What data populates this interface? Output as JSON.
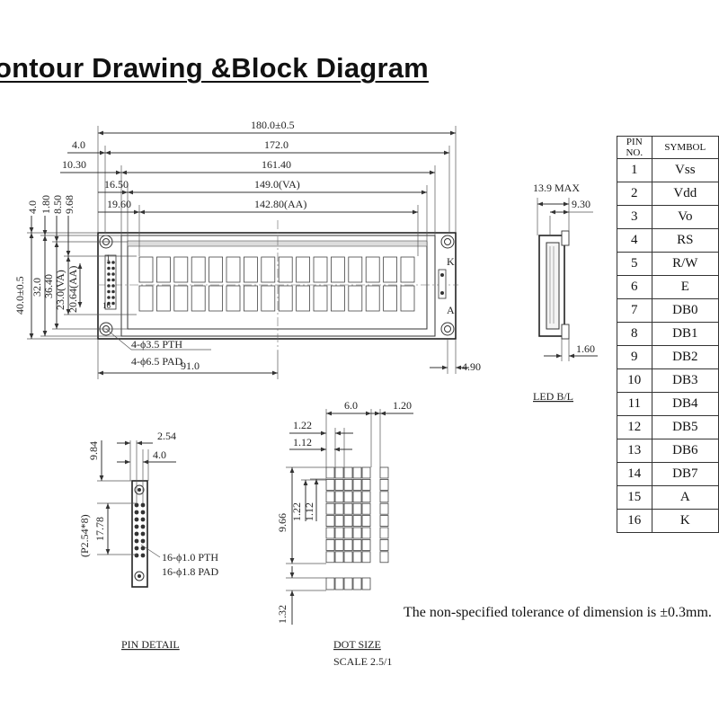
{
  "title": "ontour Drawing &Block Diagram",
  "front_view": {
    "dims": {
      "overall_width": "180.0±0.5",
      "pcb_width": "172.0",
      "bezel_width": "161.40",
      "viewing_area": "149.0(VA)",
      "active_area": "142.80(AA)",
      "off_4_0": "4.0",
      "off_10_30": "10.30",
      "off_16_50": "16.50",
      "off_19_60": "19.60",
      "off_91_0": "91.0",
      "off_4_90": "4.90",
      "v_4_0": "4.0",
      "v_1_80": "1.80",
      "v_8_50": "8.50",
      "v_9_68": "9.68",
      "overall_height": "40.0±0.5",
      "pcb_height": "32.0",
      "bezel_height": "36.40",
      "va_height": "23.0(VA)",
      "aa_height": "20.64(AA)"
    },
    "hole_notes": [
      "4-ϕ3.5 PTH",
      "4-ϕ6.5 PAD"
    ],
    "led_k": "K",
    "led_a": "A",
    "pin_1": "1",
    "pin_16": "16"
  },
  "side_view": {
    "max_thickness": "13.9 MAX",
    "dim_9_30": "9.30",
    "dim_1_60": "1.60",
    "caption": "LED B/L"
  },
  "pin_detail": {
    "pitch": "2.54",
    "dim_4_0": "4.0",
    "dim_9_84": "9.84",
    "dim_17_78": "17.78",
    "pitch_note": "(P2.54*8)",
    "pth_note": "16-ϕ1.0 PTH",
    "pad_note": "16-ϕ1.8 PAD",
    "caption": "PIN DETAIL"
  },
  "dot_size": {
    "dim_6_0": "6.0",
    "dim_1_20": "1.20",
    "dim_1_22_top": "1.22",
    "dim_1_12_top": "1.12",
    "dim_9_66": "9.66",
    "dim_1_22_v": "1.22",
    "dim_1_12_v": "1.12",
    "dim_1_32": "1.32",
    "caption": "DOT SIZE",
    "scale": "SCALE 2.5/1"
  },
  "pin_table": {
    "headers": [
      "PIN NO.",
      "SYMBOL"
    ],
    "rows": [
      [
        "1",
        "Vss"
      ],
      [
        "2",
        "Vdd"
      ],
      [
        "3",
        "Vo"
      ],
      [
        "4",
        "RS"
      ],
      [
        "5",
        "R/W"
      ],
      [
        "6",
        "E"
      ],
      [
        "7",
        "DB0"
      ],
      [
        "8",
        "DB1"
      ],
      [
        "9",
        "DB2"
      ],
      [
        "10",
        "DB3"
      ],
      [
        "11",
        "DB4"
      ],
      [
        "12",
        "DB5"
      ],
      [
        "13",
        "DB6"
      ],
      [
        "14",
        "DB7"
      ],
      [
        "15",
        "A"
      ],
      [
        "16",
        "K"
      ]
    ]
  },
  "tolerance_note": "The non-specified tolerance of dimension is ±0.3mm."
}
